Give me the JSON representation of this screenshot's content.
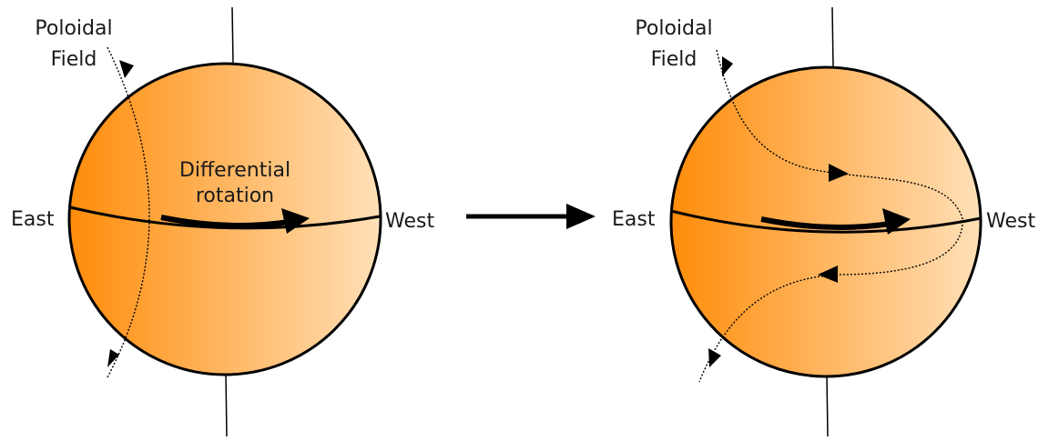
{
  "left_panel": {
    "poloidal_label_line1": "Poloidal",
    "poloidal_label_line2": "Field",
    "rotation_label_line1": "Differential",
    "rotation_label_line2": "rotation",
    "east_label": "East",
    "west_label": "West"
  },
  "right_panel": {
    "poloidal_label_line1": "Poloidal",
    "poloidal_label_line2": "Field",
    "east_label": "East",
    "west_label": "West"
  },
  "colors": {
    "sphere_dark": "#ff8c0a",
    "sphere_light": "#ffe0b8",
    "stroke": "#000000"
  }
}
